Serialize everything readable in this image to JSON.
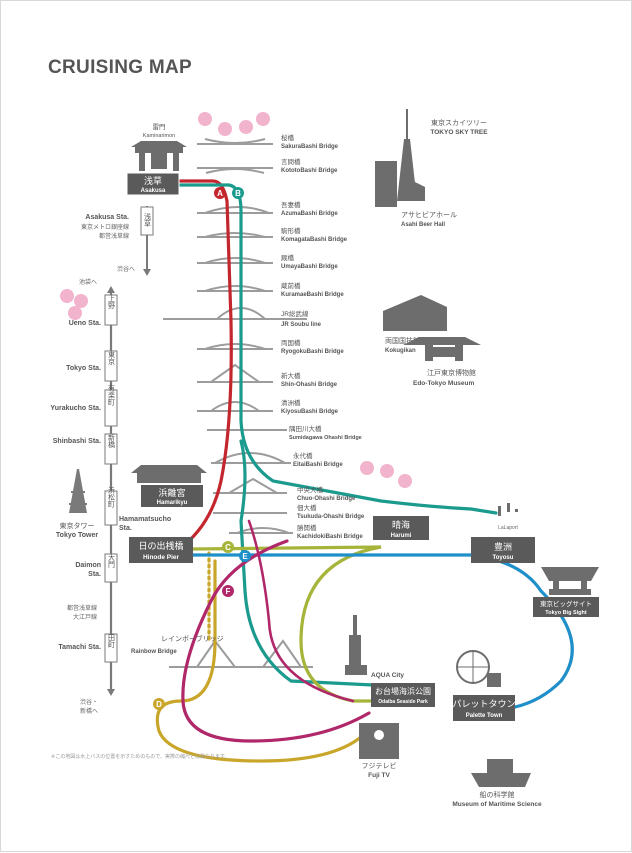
{
  "title": "CRUISING MAP",
  "colors": {
    "line_a": "#c4262e",
    "line_b": "#1b9a8e",
    "line_c": "#a7b43a",
    "line_d": "#c9a62a",
    "line_e": "#1f8fca",
    "line_f": "#b0286a",
    "pier_fill": "#5a5a5a",
    "label_grey": "#555555",
    "sakura": "#f2b4cc",
    "bridge_grey": "#9c9c9c",
    "building_grey": "#6d6d6d"
  },
  "route_labels": {
    "a": "A",
    "b": "B",
    "c": "C",
    "d": "D",
    "e": "E",
    "f": "F"
  },
  "piers": {
    "asakusa": {
      "ja": "浅草",
      "en": "Asakusa"
    },
    "hamarikyu": {
      "ja": "浜離宮",
      "en": "Hamarikyu"
    },
    "hinode": {
      "ja": "日の出桟橋",
      "en": "Hinode Pier"
    },
    "harumi": {
      "ja": "晴海",
      "en": "Harumi"
    },
    "toyosu": {
      "ja": "豊洲",
      "en": "Toyosu"
    },
    "odaiba": {
      "ja": "お台場海浜公園",
      "en": "Odaiba Seaside Park"
    },
    "palette": {
      "ja": "パレットタウン",
      "en": "Palette Town"
    },
    "bigsight": {
      "ja": "東京ビッグサイト",
      "en": "Tokyo Big Sight"
    }
  },
  "landmarks": {
    "kaminarimon": {
      "ja": "雷門",
      "en": "Kaminarimon"
    },
    "skytree": {
      "ja": "東京スカイツリー",
      "en": "TOKYO SKY TREE"
    },
    "beerhall": {
      "ja": "アサヒビアホール",
      "en": "Asahi Beer Hall"
    },
    "kokugikan": {
      "ja": "両国国技館",
      "en": "Kokugikan"
    },
    "edo": {
      "ja": "江戸東京博物館",
      "en": "Edo-Tokyo Museum"
    },
    "lalaport": {
      "en": "LaLaport"
    },
    "aqua": {
      "en": "AQUA City"
    },
    "fujitv": {
      "ja": "フジテレビ",
      "en": "Fuji TV"
    },
    "maritime": {
      "ja": "船の科学館",
      "en": "Museum of Maritime Science"
    },
    "rainbow": {
      "ja": "レインボーブリッジ",
      "en": "Rainbow Bridge"
    }
  },
  "bridges": [
    {
      "ja": "桜橋",
      "en": "SakuraBashi Bridge"
    },
    {
      "ja": "言問橋",
      "en": "KototoBashi Bridge"
    },
    {
      "ja": "吾妻橋",
      "en": "AzumaBashi Bridge"
    },
    {
      "ja": "駒形橋",
      "en": "KomagataBashi Bridge"
    },
    {
      "ja": "厩橋",
      "en": "UmayaBashi Bridge"
    },
    {
      "ja": "蔵前橋",
      "en": "KuramaeBashi Bridge"
    },
    {
      "ja": "JR総武線",
      "en": "JR Soubu line"
    },
    {
      "ja": "両国橋",
      "en": "RyogokuBashi Bridge"
    },
    {
      "ja": "新大橋",
      "en": "Shin-Ohashi Bridge"
    },
    {
      "ja": "清洲橋",
      "en": "KiyosuBashi Bridge"
    },
    {
      "ja": "隅田川大橋",
      "en": "Sumidagawa Ohashi Bridge"
    },
    {
      "ja": "永代橋",
      "en": "EitaiBashi Bridge"
    },
    {
      "ja": "中央大橋",
      "en": "Chuo-Ohashi Bridge"
    },
    {
      "ja": "佃大橋",
      "en": "Tsukuda-Ohashi Bridge"
    },
    {
      "ja": "勝鬨橋",
      "en": "KachidokiBashi Bridge"
    }
  ],
  "stations": {
    "asakusa_sta": {
      "en": "Asakusa Sta.",
      "sub1": "東京メトロ銀座線",
      "sub2": "都営浅草線"
    },
    "asakusa_box": "浅草",
    "shibuya_dir": "渋谷へ",
    "ikebukuro_dir": "池袋へ",
    "ueno_box": "上野",
    "ueno_sta": "Ueno Sta.",
    "tokyo_box": "東京",
    "tokyo_sta": "Tokyo Sta.",
    "yurakucho_box": "有楽町",
    "yurakucho_sta": "Yurakucho Sta.",
    "shinbashi_box": "新橋",
    "shinbashi_sta": "Shinbashi Sta.",
    "hamamatsucho_box": "浜松町",
    "hamamatsucho_sta1": "Hamamatsucho",
    "hamamatsucho_sta2": "Sta.",
    "tower_ja": "東京タワー",
    "tower_en": "Tokyo Tower",
    "daimon_box": "大門",
    "daimon_sta1": "Daimon",
    "daimon_sta2": "Sta.",
    "toei_line1": "都営浅草線",
    "toei_line2": "大江戸線",
    "tamachi_box": "田町",
    "tamachi_sta": "Tamachi Sta.",
    "bottom_dir1": "渋谷・",
    "bottom_dir2": "新橋へ"
  },
  "footnote": "※この地図は水上バスの位置を示すためのもので、実際の縮尺とは異なります。"
}
